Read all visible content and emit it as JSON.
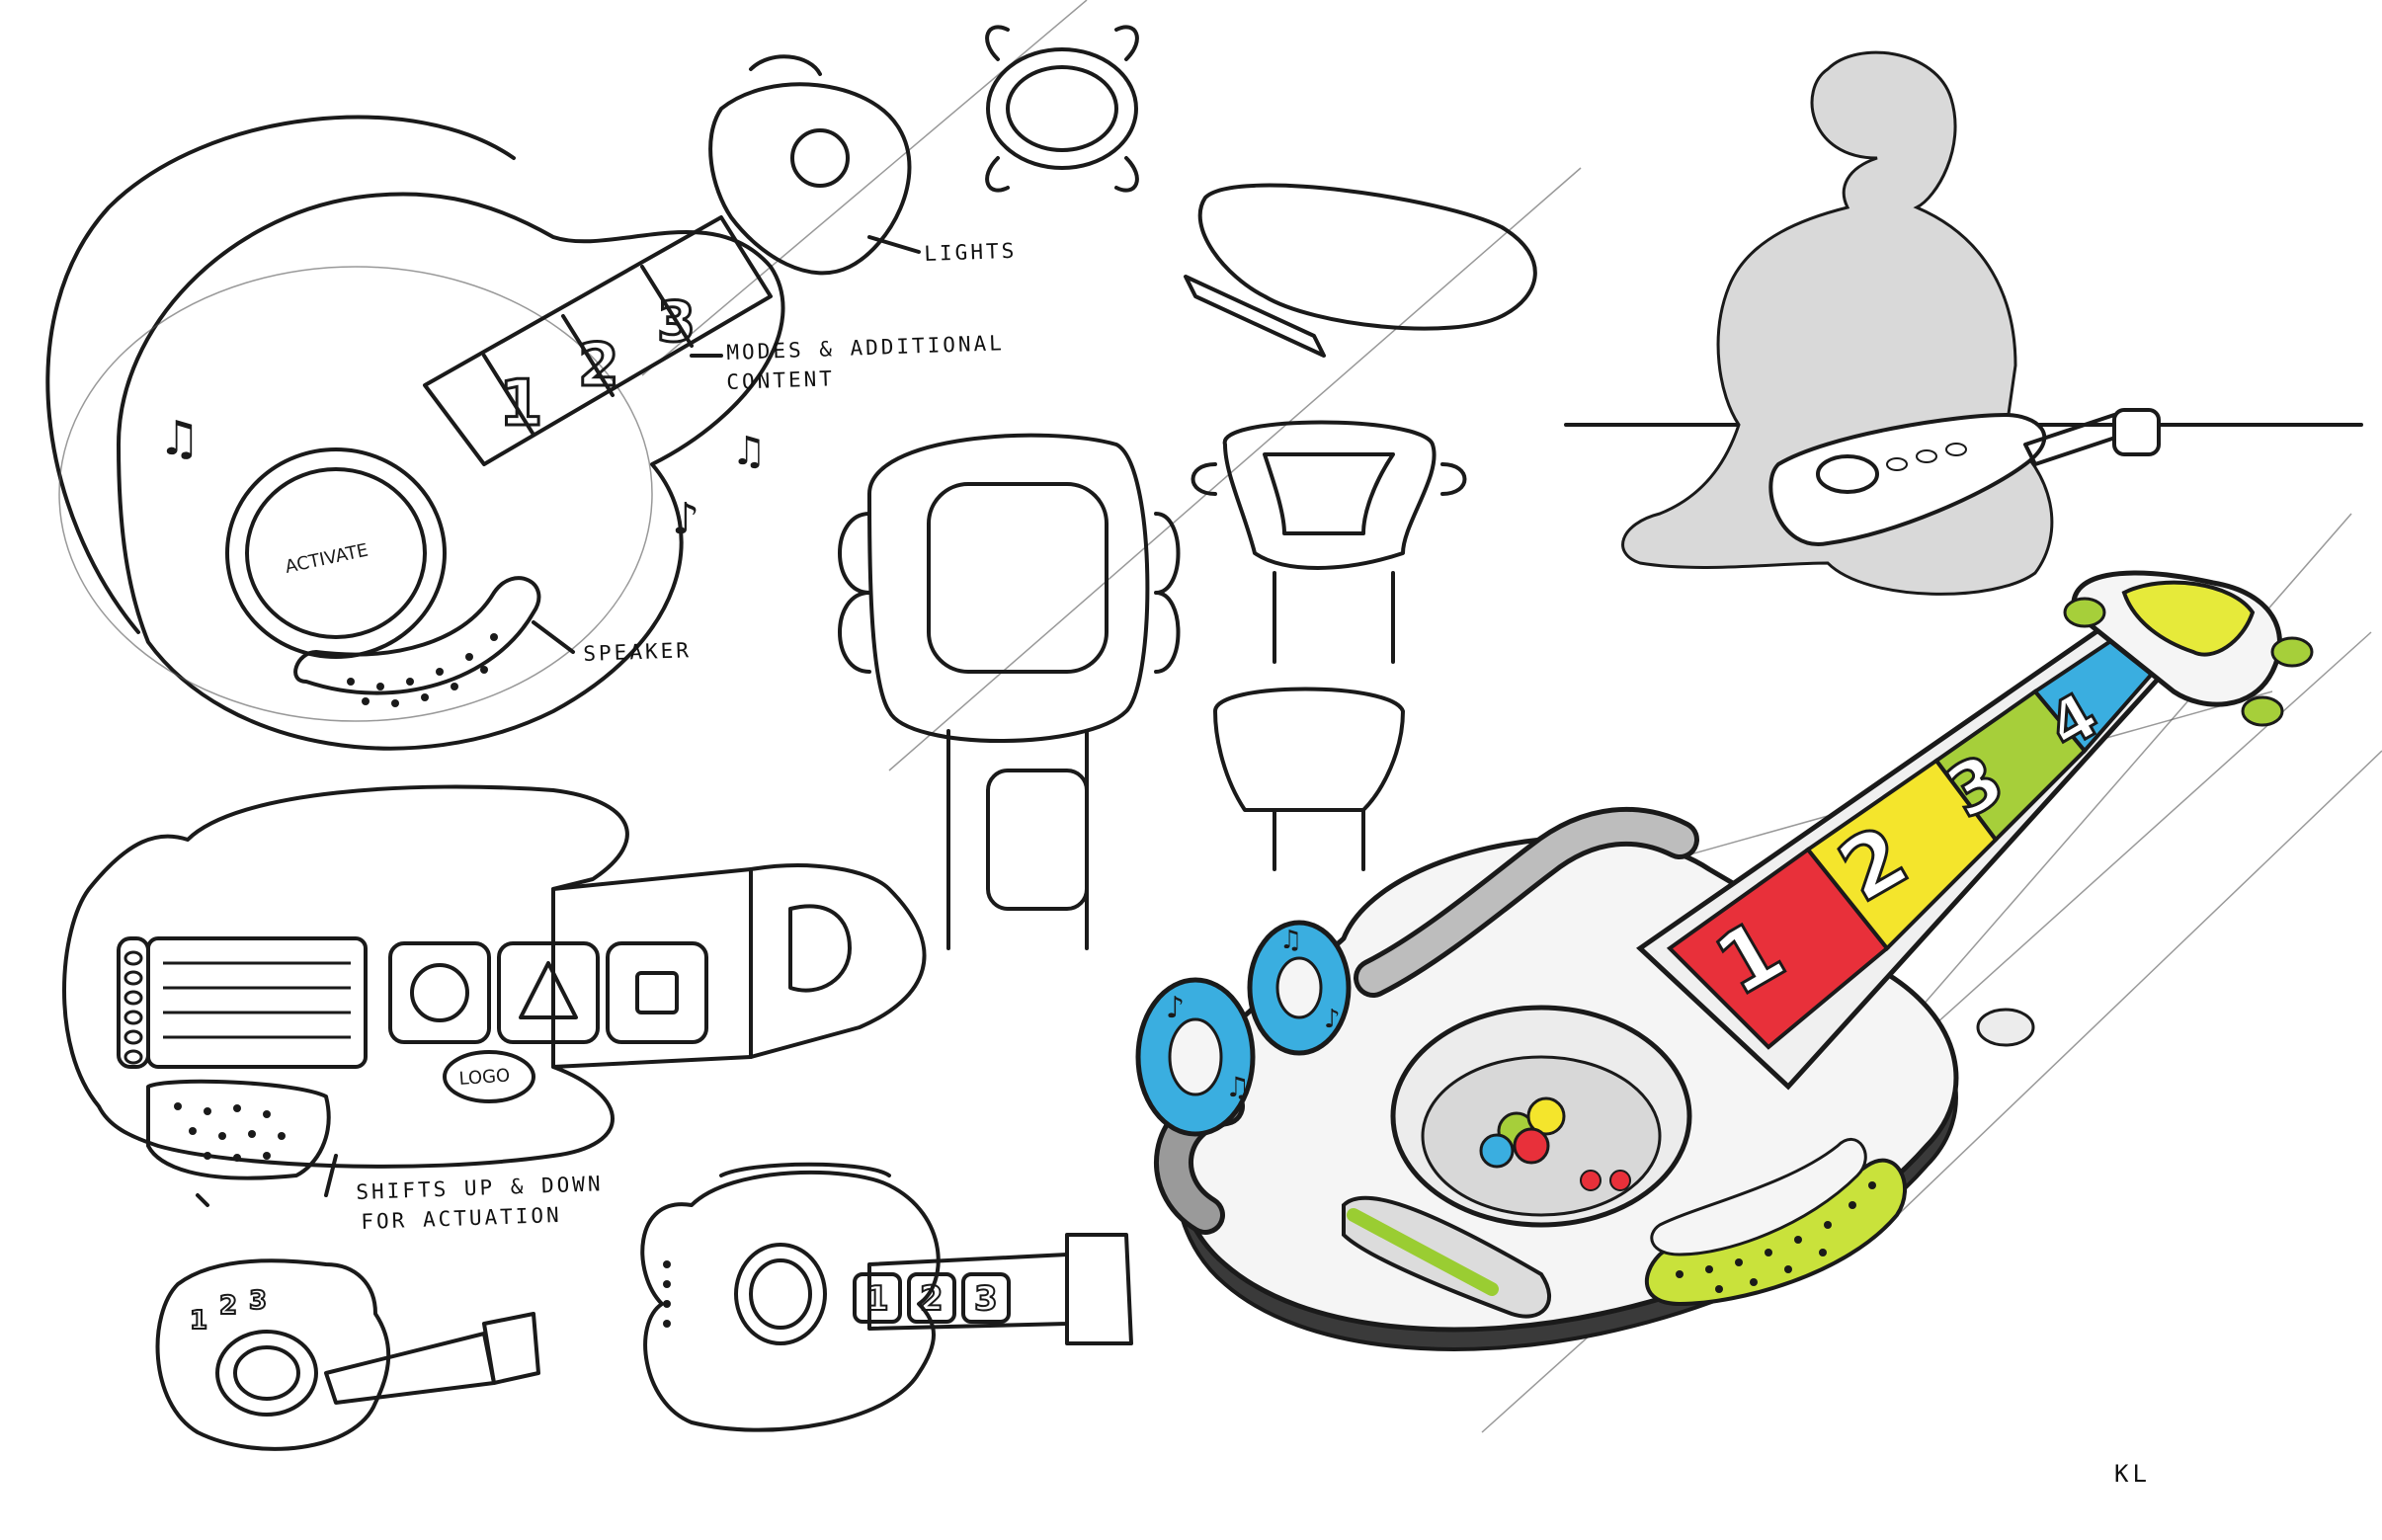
{
  "annotations": {
    "lights": "LIGHTS",
    "modes_line1": "MODES & ADDITIONAL",
    "modes_line2": "CONTENT",
    "speaker": "SPEAKER",
    "shifts_line1": "SHIFTS UP & DOWN",
    "shifts_line2": "FOR ACTUATION",
    "activate": "ACTIVATE",
    "logo": "LOGO"
  },
  "numbers": {
    "top_sketch": [
      "1",
      "2",
      "3"
    ],
    "small_a": [
      "1",
      "2",
      "3"
    ],
    "small_b": [
      "1",
      "2",
      "3"
    ],
    "color_render": [
      "1",
      "2",
      "3",
      "4"
    ]
  },
  "signature": "KL",
  "colors": {
    "ink": "#1a1a1a",
    "red": "#e8303a",
    "yellow": "#f4e52c",
    "green": "#a6cf3a",
    "blue": "#3aaee0",
    "lime": "#c9e23b",
    "silhouette": "#d9d9d9"
  }
}
